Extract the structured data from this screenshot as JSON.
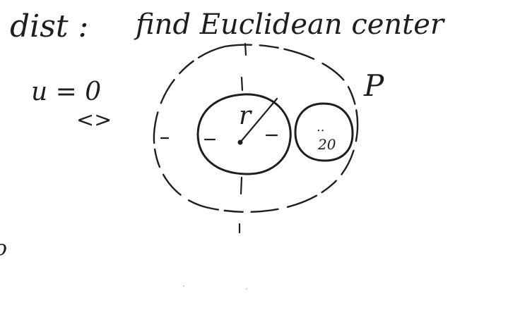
{
  "notes": {
    "title_left": "dist :",
    "title_right": "find Euclidean center",
    "condition": "u = 0",
    "implies": "<>",
    "point_label": "P",
    "radius_label": "r",
    "small_circle_label_top": "..",
    "small_circle_label_bottom": "20",
    "margin_mark": "o"
  },
  "colors": {
    "ink": "#1e1e1e",
    "background": "#ffffff"
  }
}
